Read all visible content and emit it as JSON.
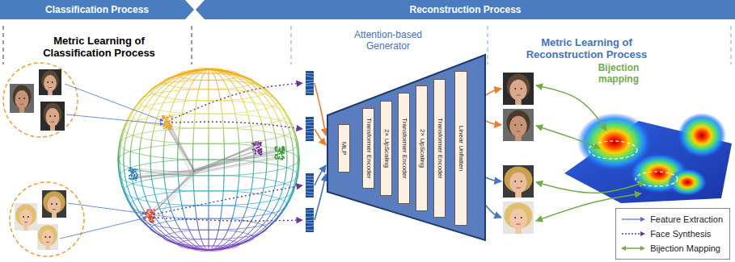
{
  "diagram": {
    "nodes": [
      {
        "text": [
          "Classification Process"
        ]
      },
      {
        "text": [
          "Reconstruction Process"
        ]
      },
      {
        "text": [
          "Attention-based Generator"
        ]
      },
      {
        "text": [
          "MLP"
        ],
        "in": 2
      },
      {
        "text": [
          "Transformer Encoder"
        ],
        "in": 2
      },
      {
        "text": [
          "2× UpScaling"
        ],
        "in": 2
      },
      {
        "text": [
          "Transformer Encoder"
        ],
        "in": 2
      },
      {
        "text": [
          "2× UpScaling"
        ],
        "in": 2
      },
      {
        "text": [
          "Transformer Encoder"
        ],
        "in": 2
      },
      {
        "text": [
          "Linear Unflatten"
        ],
        "in": 2
      }
    ],
    "labels": [
      "Metric Learning of Classification Process",
      "Metric Learning of Reconstruction Process",
      "Bijection mapping"
    ],
    "legend": [
      {
        "text": "Feature Extraction"
      },
      {
        "text": "Face Synthesis"
      },
      {
        "text": "Bijection Mapping"
      }
    ]
  }
}
